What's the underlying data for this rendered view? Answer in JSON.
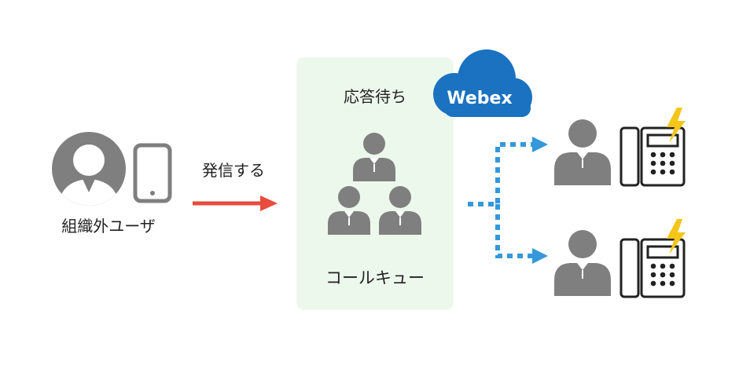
{
  "external_user": {
    "label": "組織外ユーザ"
  },
  "call_action": {
    "label": "発信する"
  },
  "call_queue": {
    "status_label": "応答待ち",
    "label": "コールキュー"
  },
  "cloud": {
    "label": "Webex"
  },
  "colors": {
    "person": "#7f7f7f",
    "arrow_red": "#e74c3c",
    "dotted_blue": "#3498db",
    "cloud_blue": "#1a72c0",
    "queue_bg": "#edf8ed",
    "lightning": "#f5c518"
  },
  "icons": [
    "person-icon",
    "smartphone-icon",
    "arrow-right-icon",
    "cloud-icon",
    "desk-phone-icon",
    "lightning-icon"
  ]
}
